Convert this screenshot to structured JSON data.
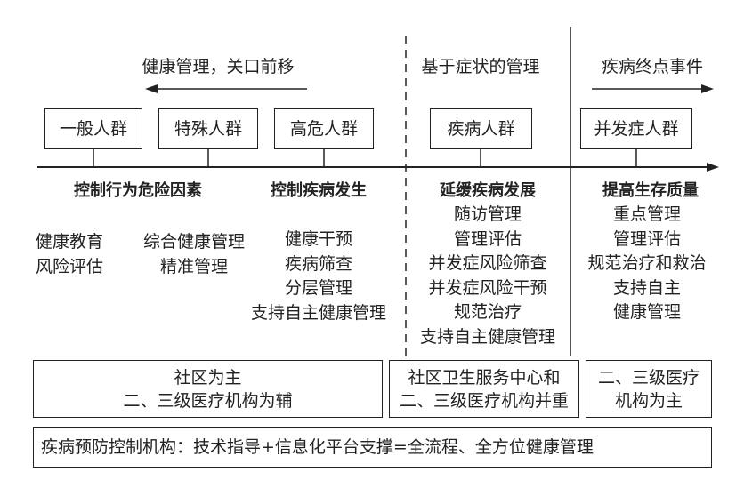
{
  "phases": {
    "left": "健康管理，关口前移",
    "middle": "基于症状的管理",
    "right": "疾病终点事件"
  },
  "populations": [
    "一般人群",
    "特殊人群",
    "高危人群",
    "疾病人群",
    "并发症人群"
  ],
  "goals": [
    "控制行为危险因素",
    "控制疾病发生",
    "延缓疾病发展",
    "提高生存质量"
  ],
  "measures": {
    "col1": [
      "健康教育",
      "风险评估"
    ],
    "col2": [
      "综合健康管理",
      "精准管理"
    ],
    "col3": [
      "健康干预",
      "疾病筛查",
      "分层管理",
      "支持自主健康管理"
    ],
    "col4": [
      "随访管理",
      "管理评估",
      "并发症风险筛查",
      "并发症风险干预",
      "规范治疗",
      "支持自主健康管理"
    ],
    "col5": [
      "重点管理",
      "管理评估",
      "规范治疗和救治",
      "支持自主",
      "健康管理"
    ]
  },
  "institutions": {
    "box1": [
      "社区为主",
      "二、三级医疗机构为辅"
    ],
    "box2": [
      "社区卫生服务中心和",
      "二、三级医疗机构并重"
    ],
    "box3": [
      "二、三级医疗",
      "机构为主"
    ],
    "footer": "疾病预防控制机构：技术指导+信息化平台支撑=全流程、全方位健康管理"
  }
}
